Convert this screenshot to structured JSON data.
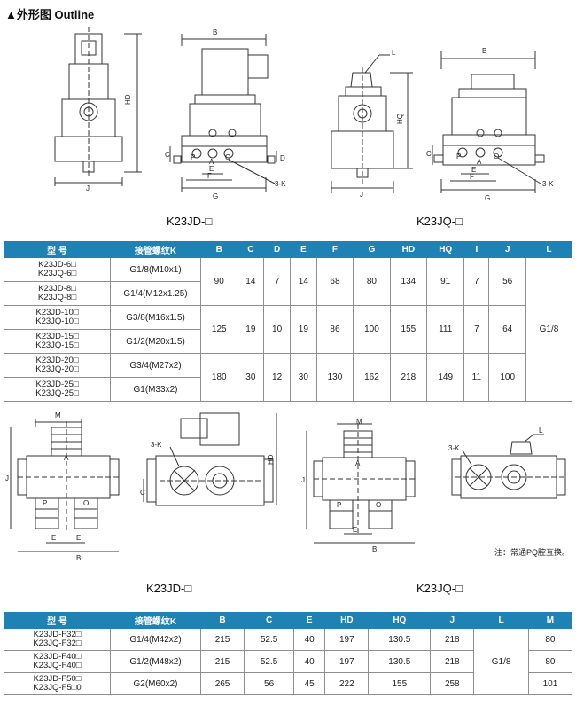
{
  "section_title": "▲外形图  Outline",
  "captions": {
    "top_left": "K23JD-□",
    "top_right": "K23JQ-□",
    "bottom_left": "K23JD-□",
    "bottom_right": "K23JQ-□"
  },
  "dim_labels": {
    "B": "B",
    "HD": "HD",
    "HQ": "HQ",
    "J": "J",
    "G": "G",
    "C": "C",
    "D": "D",
    "E": "E",
    "F": "F",
    "K": "3-K",
    "L": "L",
    "M": "M",
    "A": "A",
    "P": "P",
    "O": "O"
  },
  "note": "注：常通PQ腔互换。",
  "table1": {
    "headers": [
      "型  号",
      "接管螺纹K",
      "B",
      "C",
      "D",
      "E",
      "F",
      "G",
      "HD",
      "HQ",
      "I",
      "J",
      "L"
    ],
    "L_value": "G1/8",
    "groups": [
      {
        "b": "90",
        "c": "14",
        "d": "7",
        "e": "14",
        "f": "68",
        "g": "80",
        "hd": "134",
        "hq": "91",
        "i": "7",
        "j": "56",
        "rows": [
          {
            "models": [
              "K23JD-6□",
              "K23JQ-6□"
            ],
            "thread": "G1/8(M10x1)"
          },
          {
            "models": [
              "K23JD-8□",
              "K23JQ-8□"
            ],
            "thread": "G1/4(M12x1.25)"
          }
        ]
      },
      {
        "b": "125",
        "c": "19",
        "d": "10",
        "e": "19",
        "f": "86",
        "g": "100",
        "hd": "155",
        "hq": "111",
        "i": "7",
        "j": "64",
        "rows": [
          {
            "models": [
              "K23JD-10□",
              "K23JQ-10□"
            ],
            "thread": "G3/8(M16x1.5)"
          },
          {
            "models": [
              "K23JD-15□",
              "K23JQ-15□"
            ],
            "thread": "G1/2(M20x1.5)"
          }
        ]
      },
      {
        "b": "180",
        "c": "30",
        "d": "12",
        "e": "30",
        "f": "130",
        "g": "162",
        "hd": "218",
        "hq": "149",
        "i": "11",
        "j": "100",
        "rows": [
          {
            "models": [
              "K23JD-20□",
              "K23JQ-20□"
            ],
            "thread": "G3/4(M27x2)"
          },
          {
            "models": [
              "K23JD-25□",
              "K23JQ-25□"
            ],
            "thread": "G1(M33x2)"
          }
        ]
      }
    ]
  },
  "table2": {
    "headers": [
      "型  号",
      "接管螺纹K",
      "B",
      "C",
      "E",
      "HD",
      "HQ",
      "J",
      "L",
      "M"
    ],
    "L_value": "G1/8",
    "rows": [
      {
        "models": [
          "K23JD-F32□",
          "K23JQ-F32□"
        ],
        "thread": "G1/4(M42x2)",
        "b": "215",
        "c": "52.5",
        "e": "40",
        "hd": "197",
        "hq": "130.5",
        "j": "218",
        "m": "80"
      },
      {
        "models": [
          "K23JD-F40□",
          "K23JQ-F40□"
        ],
        "thread": "G1/2(M48x2)",
        "b": "215",
        "c": "52.5",
        "e": "40",
        "hd": "197",
        "hq": "130.5",
        "j": "218",
        "m": "80"
      },
      {
        "models": [
          "K23JD-F50□",
          "K23JQ-F5□0"
        ],
        "thread": "G2(M60x2)",
        "b": "265",
        "c": "56",
        "e": "45",
        "hd": "222",
        "hq": "155",
        "j": "258",
        "m": "101"
      }
    ]
  }
}
